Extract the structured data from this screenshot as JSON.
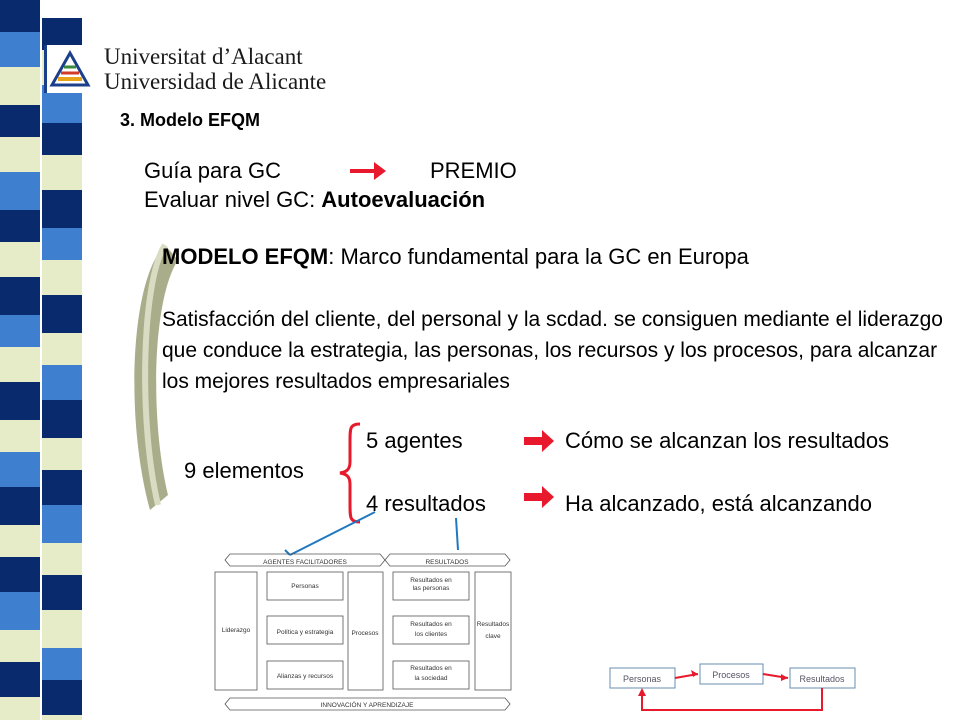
{
  "header": {
    "university_ca": "Universitat d’Alacant",
    "university_es": "Universidad de Alicante",
    "section_title": "3. Modelo EFQM"
  },
  "intro": {
    "line1_left": "Guía para GC",
    "line1_right": "PREMIO",
    "line2_prefix": "Evaluar nivel GC: ",
    "line2_bold": "Autoevaluación"
  },
  "model": {
    "title_bold": "MODELO EFQM",
    "title_rest": ": Marco fundamental para la GC en Europa",
    "paragraph": "Satisfacción del cliente, del personal y la scdad. se consiguen mediante el liderazgo que conduce la estrategia, las personas, los recursos y los procesos, para alcanzar los mejores resultados empresariales"
  },
  "elements": {
    "total": "9 elementos",
    "agents": "5 agentes",
    "agents_desc": "Cómo se alcanzan los resultados",
    "results": "4 resultados",
    "results_desc": "Ha alcanzado, está alcanzando"
  },
  "efqm_diagram": {
    "agents_header": "AGENTES FACILITADORES",
    "results_header": "RESULTADOS",
    "leadership": "Liderazgo",
    "people": "Personas",
    "policy": "Política y estrategia",
    "alliances": "Alianzas y recursos",
    "processes": "Procesos",
    "res_people": [
      "Resultados en",
      "las personas"
    ],
    "res_clients": [
      "Resultados en",
      "los clientes"
    ],
    "res_society": [
      "Resultados en",
      "la sociedad"
    ],
    "key_results": [
      "Resultados",
      "clave"
    ],
    "innovation": "INNOVACIÓN Y APRENDIZAJE"
  },
  "flow": {
    "personas": "Personas",
    "procesos": "Procesos",
    "resultados": "Resultados"
  },
  "colors": {
    "arrow_red": "#e8192c",
    "connector_blue": "#1f78c1",
    "stripe_dark": "#0a2a6e",
    "stripe_blue": "#3f7fd0",
    "stripe_light": "#e7ecc8"
  }
}
